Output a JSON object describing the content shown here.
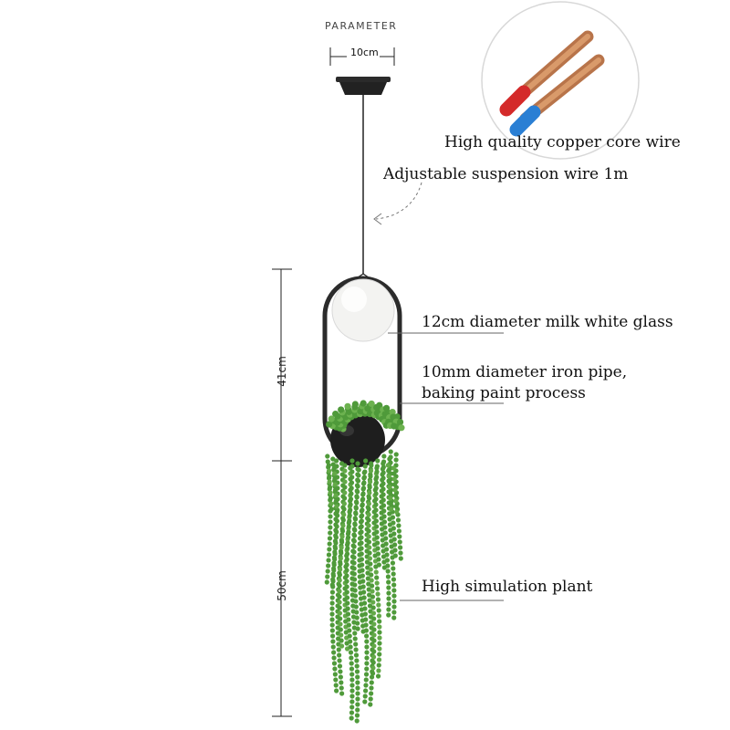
{
  "parameter_title": "PARAMETER",
  "width_dim": "10cm",
  "dim_upper": "41cm",
  "dim_lower": "50cm",
  "labels": {
    "copper_wire": "High quality copper core wire",
    "suspension": "Adjustable suspension wire 1m",
    "glass": "12cm diameter milk white glass",
    "pipe_line1": "10mm diameter iron pipe,",
    "pipe_line2": "baking paint process",
    "plant": "High simulation plant"
  },
  "colors": {
    "frame": "#2b2b2b",
    "plant_green": "#4f9a3a",
    "copper": "#c98a5a",
    "red_sheath": "#d42a2a",
    "blue_sheath": "#2a7fd4"
  }
}
